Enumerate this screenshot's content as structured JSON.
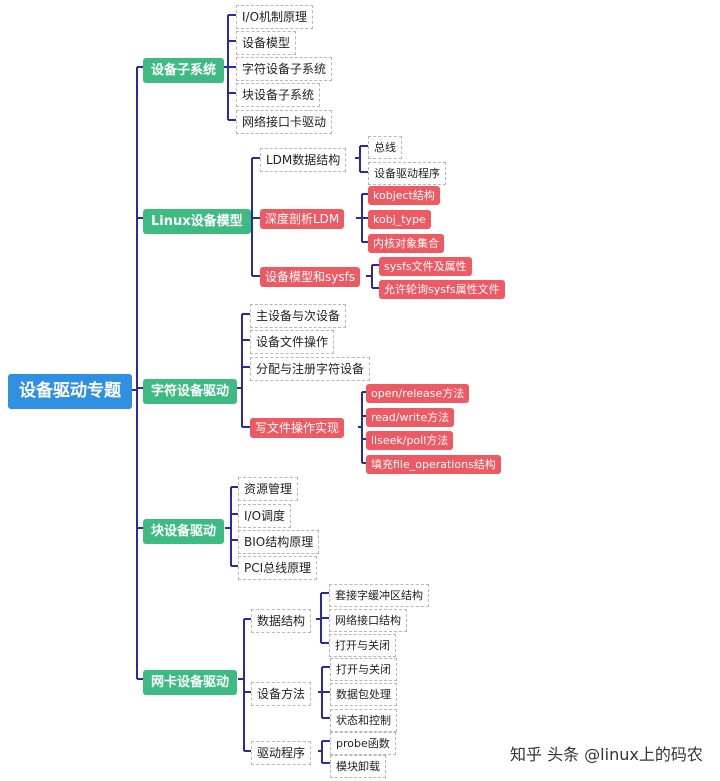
{
  "root": "设备驱动专题",
  "branches": {
    "b1": {
      "label": "设备子系统",
      "children": [
        "I/O机制原理",
        "设备模型",
        "字符设备子系统",
        "块设备子系统",
        "网络接口卡驱动"
      ]
    },
    "b2": {
      "label": "Linux设备模型",
      "ldm": {
        "label": "LDM数据结构",
        "children": [
          "总线",
          "设备驱动程序"
        ]
      },
      "deep": {
        "label": "深度剖析LDM",
        "children": [
          "kobject结构",
          "kobj_type",
          "内核对象集合"
        ]
      },
      "sysfs": {
        "label": "设备模型和sysfs",
        "children": [
          "sysfs文件及属性",
          "允许轮询sysfs属性文件"
        ]
      }
    },
    "b3": {
      "label": "字符设备驱动",
      "children": [
        "主设备与次设备",
        "设备文件操作",
        "分配与注册字符设备"
      ],
      "impl": {
        "label": "写文件操作实现",
        "children": [
          "open/release方法",
          "read/write方法",
          "llseek/poll方法",
          "填充file_operations结构"
        ]
      }
    },
    "b4": {
      "label": "块设备驱动",
      "children": [
        "资源管理",
        "I/O调度",
        "BIO结构原理",
        "PCI总线原理"
      ]
    },
    "b5": {
      "label": "网卡设备驱动",
      "data": {
        "label": "数据结构",
        "children": [
          "套接字缓冲区结构",
          "网络接口结构",
          "打开与关闭"
        ]
      },
      "method": {
        "label": "设备方法",
        "children": [
          "打开与关闭",
          "数据包处理",
          "状态和控制"
        ]
      },
      "driver": {
        "label": "驱动程序",
        "children": [
          "probe函数",
          "模块卸载"
        ]
      }
    }
  },
  "watermark": "知乎 头条 @linux上的码农",
  "colors": {
    "root": "#2f8fe0",
    "branch": "#3dbb83",
    "highlight": "#ee5a63",
    "line": "#2a2aa8"
  }
}
